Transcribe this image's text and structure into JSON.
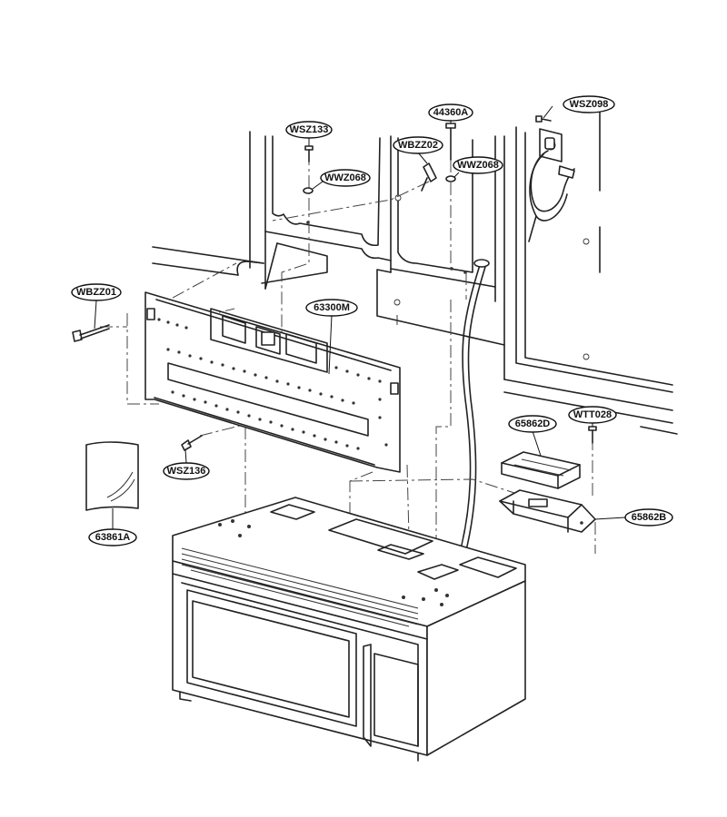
{
  "labels": {
    "wsz098": "WSZ098",
    "a44360": "44360A",
    "wsz133": "WSZ133",
    "wbzz02": "WBZZ02",
    "wwz068_left": "WWZ068",
    "wwz068_right": "WWZ068",
    "wbzz01": "WBZZ01",
    "m63300": "63300M",
    "d65862": "65862D",
    "wtt028": "WTT028",
    "b65862": "65862B",
    "wsz136": "WSZ136",
    "a63861": "63861A"
  }
}
